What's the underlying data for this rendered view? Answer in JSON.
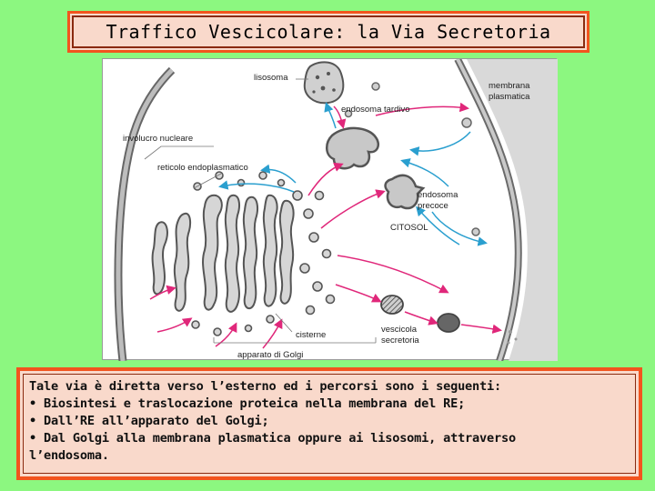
{
  "title": "Traffico Vescicolare: la Via Secretoria",
  "diagram": {
    "labels": {
      "lisosoma": "lisosoma",
      "membrana_1": "membrana",
      "membrana_2": "plasmatica",
      "endosoma_tardivo": "endosoma tardivo",
      "involucro": "involucro nucleare",
      "reticolo": "reticolo endoplasmatico",
      "endosoma_precoce_1": "endosoma",
      "endosoma_precoce_2": "precoce",
      "citosol": "CITOSOL",
      "cisterne": "cisterne",
      "vescicola_1": "vescicola",
      "vescicola_2": "secretoria",
      "apparato": "apparato di Golgi"
    },
    "colors": {
      "arrow_secretory": "#e0277a",
      "arrow_endocytic": "#2a9fcf",
      "structure": "#555555"
    }
  },
  "text": {
    "line1": "Tale via è diretta verso l’esterno ed i percorsi sono i seguenti:",
    "line2": "• Biosintesi e traslocazione proteica nella membrana del RE;",
    "line3": "• Dall’RE all’apparato del Golgi;",
    "line4": "• Dal Golgi alla membrana plasmatica oppure ai lisosomi, attraverso",
    "line5": "l’endosoma."
  }
}
